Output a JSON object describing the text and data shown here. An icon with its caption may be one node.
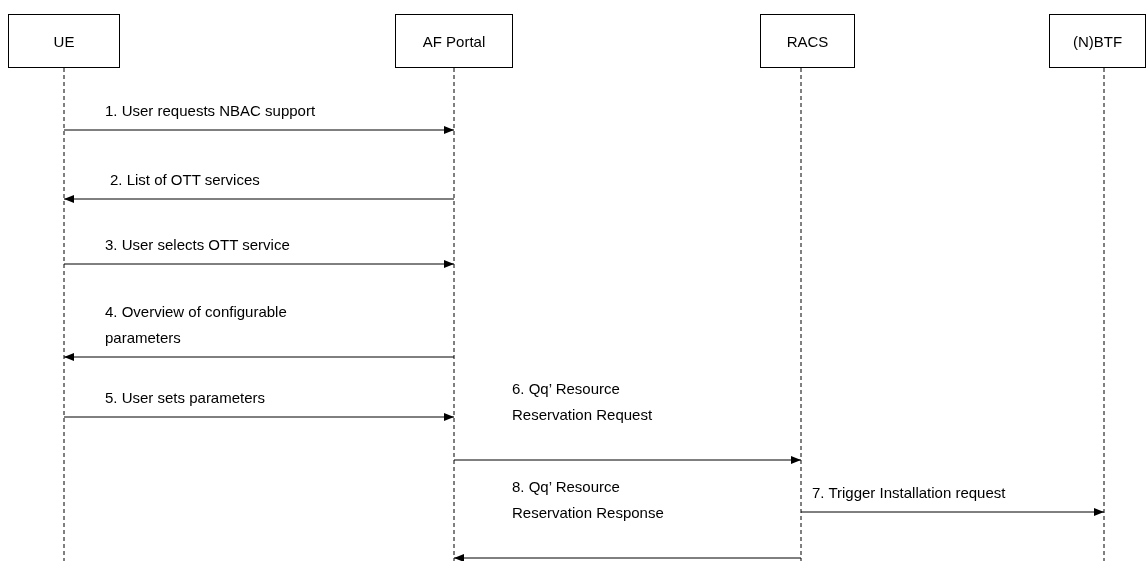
{
  "diagram": {
    "nodes": [
      {
        "text": [
          "UE"
        ]
      },
      {
        "text": [
          "AF Portal"
        ]
      },
      {
        "text": [
          "RACS"
        ]
      },
      {
        "text": [
          "(N)BTF"
        ]
      }
    ],
    "edges": [
      {
        "from": 0,
        "to": 1,
        "arrow": "to",
        "label": "1. User requests NBAC support"
      },
      {
        "from": 1,
        "to": 0,
        "arrow": "to",
        "label": "2. List of OTT services"
      },
      {
        "from": 0,
        "to": 1,
        "arrow": "to",
        "label": "3. User selects OTT service"
      },
      {
        "from": 1,
        "to": 0,
        "arrow": "to",
        "label": "4. Overview of configurable parameters"
      },
      {
        "from": 0,
        "to": 1,
        "arrow": "to",
        "label": "5. User sets parameters"
      },
      {
        "from": 1,
        "to": 2,
        "arrow": "to",
        "label": "6. Qq’ Resource Reservation Request"
      },
      {
        "from": 2,
        "to": 3,
        "arrow": "to",
        "label": "7. Trigger Installation request"
      },
      {
        "from": 2,
        "to": 1,
        "arrow": "to",
        "label": "8. Qq’ Resource Reservation Response"
      }
    ]
  }
}
